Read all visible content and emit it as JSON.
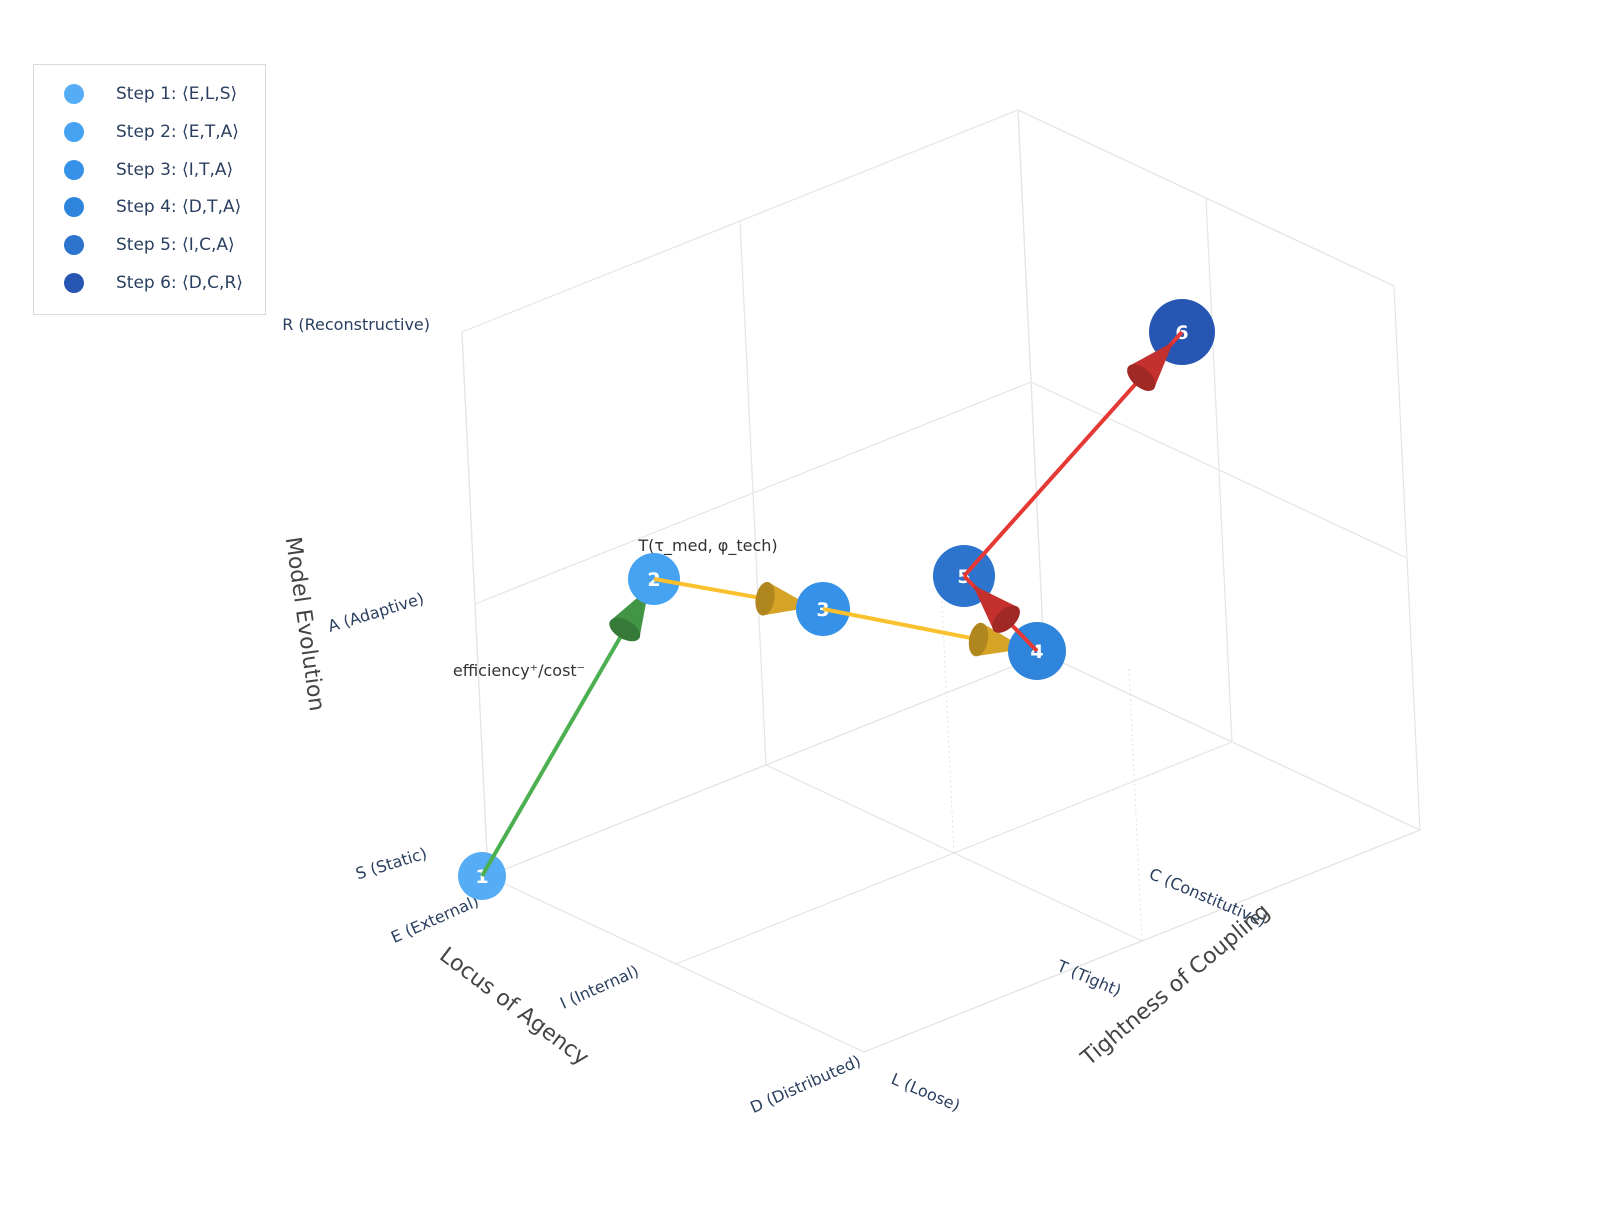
{
  "chart_data": {
    "type": "scatter3d",
    "axes": {
      "x": {
        "title": "Locus of Agency",
        "ticks": [
          "E (External)",
          "I (Internal)",
          "D (Distributed)"
        ]
      },
      "y": {
        "title": "Tightness of Coupling",
        "ticks": [
          "L (Loose)",
          "T (Tight)",
          "C (Constitutive)"
        ]
      },
      "z": {
        "title": "Model Evolution",
        "ticks": [
          "S (Static)",
          "A (Adaptive)",
          "R (Reconstructive)"
        ]
      }
    },
    "points": [
      {
        "label": "1",
        "x": "E",
        "y": "L",
        "z": "S",
        "color": "#56adf5"
      },
      {
        "label": "2",
        "x": "E",
        "y": "T",
        "z": "A",
        "color": "#45a3f1"
      },
      {
        "label": "3",
        "x": "I",
        "y": "T",
        "z": "A",
        "color": "#3592e8"
      },
      {
        "label": "4",
        "x": "D",
        "y": "T",
        "z": "A",
        "color": "#2f84dc"
      },
      {
        "label": "5",
        "x": "I",
        "y": "C",
        "z": "A",
        "color": "#2c74cd"
      },
      {
        "label": "6",
        "x": "D",
        "y": "C",
        "z": "R",
        "color": "#2656b2"
      }
    ],
    "transitions": [
      {
        "from": "1",
        "to": "2",
        "color": "#4caf50"
      },
      {
        "from": "2",
        "to": "3",
        "color": "#fbc02d"
      },
      {
        "from": "3",
        "to": "4",
        "color": "#fbc02d"
      },
      {
        "from": "4",
        "to": "5",
        "color": "#e53935"
      },
      {
        "from": "5",
        "to": "6",
        "color": "#e53935"
      }
    ],
    "annotations": [
      "T(τ_med, φ_tech)",
      "efficiency⁺/cost⁻"
    ],
    "legend": {
      "placement": "top-left",
      "entries": [
        {
          "label": "Step 1: ⟨E,L,S⟩",
          "color": "#56adf5"
        },
        {
          "label": "Step 2: ⟨E,T,A⟩",
          "color": "#45a3f1"
        },
        {
          "label": "Step 3: ⟨I,T,A⟩",
          "color": "#3592e8"
        },
        {
          "label": "Step 4: ⟨D,T,A⟩",
          "color": "#2f84dc"
        },
        {
          "label": "Step 5: ⟨I,C,A⟩",
          "color": "#2c74cd"
        },
        {
          "label": "Step 6: ⟨D,C,R⟩",
          "color": "#2656b2"
        }
      ]
    },
    "grid": true
  }
}
